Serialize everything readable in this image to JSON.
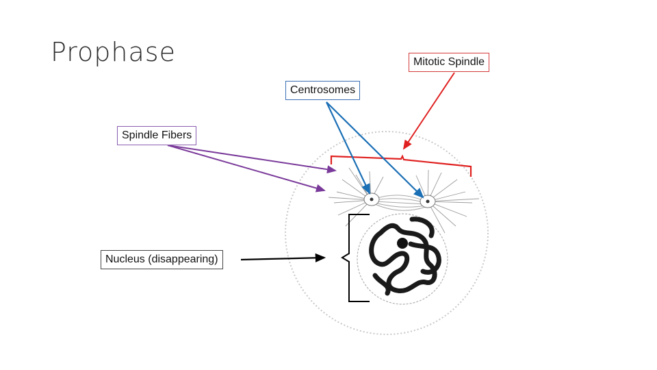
{
  "slide": {
    "title": "Prophase"
  },
  "labels": {
    "mitotic_spindle": "Mitotic Spindle",
    "centrosomes": "Centrosomes",
    "spindle_fibers": "Spindle Fibers",
    "nucleus": "Nucleus (disappearing)"
  },
  "colors": {
    "mitotic_spindle": "#e02020",
    "centrosomes": "#1a6fb5",
    "spindle_fibers": "#7a3a9a",
    "nucleus": "#000000"
  }
}
